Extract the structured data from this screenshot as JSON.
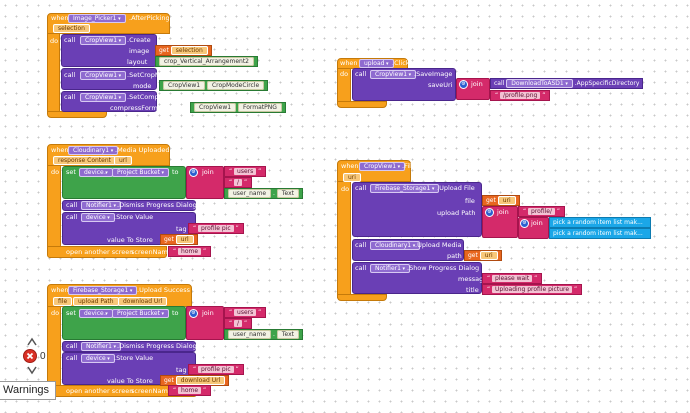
{
  "blocks": {
    "after_picking": {
      "when": "when",
      "component": "Image_Picker1",
      "event": ".AfterPicking",
      "param": "selection",
      "do": "do",
      "call1": "call",
      "cropview": "CropView1",
      "create": ".Create",
      "image_lbl": "image",
      "get": "get",
      "selection": "selection",
      "layout_lbl": "layout",
      "layout_val": "crop_Vertical_Arrangement2",
      "call2": "call",
      "setcrop": ".SetCropMode",
      "mode_lbl": "mode",
      "mode_comp": "CropView1",
      "mode_val": "CropModeCircle",
      "call3": "call",
      "setcompress": ".SetCompressFormat",
      "compress_lbl": "compressFormat",
      "fmt_comp": "CropView1",
      "fmt_val": "FormatPNG"
    },
    "upload_click": {
      "when": "when",
      "component": "upload",
      "event": ".Click",
      "do": "do",
      "call": "call",
      "cropview": "CropView1",
      "method": ".SaveImage",
      "saveuri": "saveUri",
      "join": "join",
      "call_inner": "call",
      "dl": "DownloadToASD1",
      "dl_method": ".AppSpecificDirectory",
      "str": "/profile.png"
    },
    "media_uploaded": {
      "when": "when",
      "component": "Cloudinary1",
      "event": ".Media Uploaded",
      "p1": "response Content",
      "p2": "url",
      "do": "do",
      "set": "set",
      "device": "device",
      "bucket": "Project Bucket",
      "to": "to",
      "join": "join",
      "users": "users",
      "slash": "/",
      "username": "user_name",
      "text": "Text",
      "call1": "call",
      "notifier": "Notifier1",
      "dismiss": ".Dismiss Progress Dialog",
      "call2": "call",
      "device2": "device",
      "store": ".Store Value",
      "tag_lbl": "tag",
      "tag_val": "profile pic",
      "store_lbl": "value To Store",
      "get": "get",
      "url": "url",
      "open": "open another screen",
      "screen_lbl": "screenName",
      "home": "home"
    },
    "file_saved": {
      "when": "when",
      "component": "CropView1",
      "event": ".FileSaved",
      "param": "uri",
      "do": "do",
      "call1": "call",
      "storage": "Firebase_Storage1",
      "upload": ".Upload File",
      "file_lbl": "file",
      "get": "get",
      "uri": "uri",
      "path_lbl": "upload Path",
      "join": "join",
      "profile": "profile/",
      "join2": "join",
      "rand1": "pick a random item list mak...",
      "rand2": "pick a random item list mak...",
      "call2": "call",
      "cloud": "Cloudinary1",
      "upmedia": ".Upload Media",
      "path2_lbl": "path",
      "get2": "get",
      "uri2": "uri",
      "call3": "call",
      "notifier": "Notifier1",
      "showprog": ".Show Progress Dialog",
      "msg_lbl": "message",
      "msg_val": "please wait",
      "title_lbl": "title",
      "title_val": "Uploading profile picture"
    },
    "upload_success": {
      "when": "when",
      "component": "Firebase_Storage1",
      "event": ".Upload Success",
      "p1": "file",
      "p2": "upload Path",
      "p3": "download Url",
      "do": "do",
      "set": "set",
      "device": "device",
      "bucket": "Project Bucket",
      "to": "to",
      "join": "join",
      "users": "users",
      "slash": "/",
      "username": "user_name",
      "text": "Text",
      "call1": "call",
      "notifier": "Notifier1",
      "dismiss": ".Dismiss Progress Dialog",
      "call2": "call",
      "device2": "device",
      "store": ".Store Value",
      "tag_lbl": "tag",
      "tag_val": "profile pic",
      "store_lbl": "value To Store",
      "get": "get",
      "durl": "download Url",
      "open": "open another screen",
      "screen_lbl": "screenName",
      "home": "home"
    }
  },
  "warnings": {
    "error_count": "0",
    "label": "Warnings"
  },
  "colors": {
    "event": "#f7a01c",
    "component": "#6a3fb5",
    "variable": "#3ea34a",
    "text": "#d42a6a",
    "list": "#1ba7e8"
  },
  "icons": {
    "error": "error-icon",
    "gear": "gear-icon",
    "arrow_up": "arrow-up-icon",
    "arrow_down": "arrow-down-icon"
  }
}
